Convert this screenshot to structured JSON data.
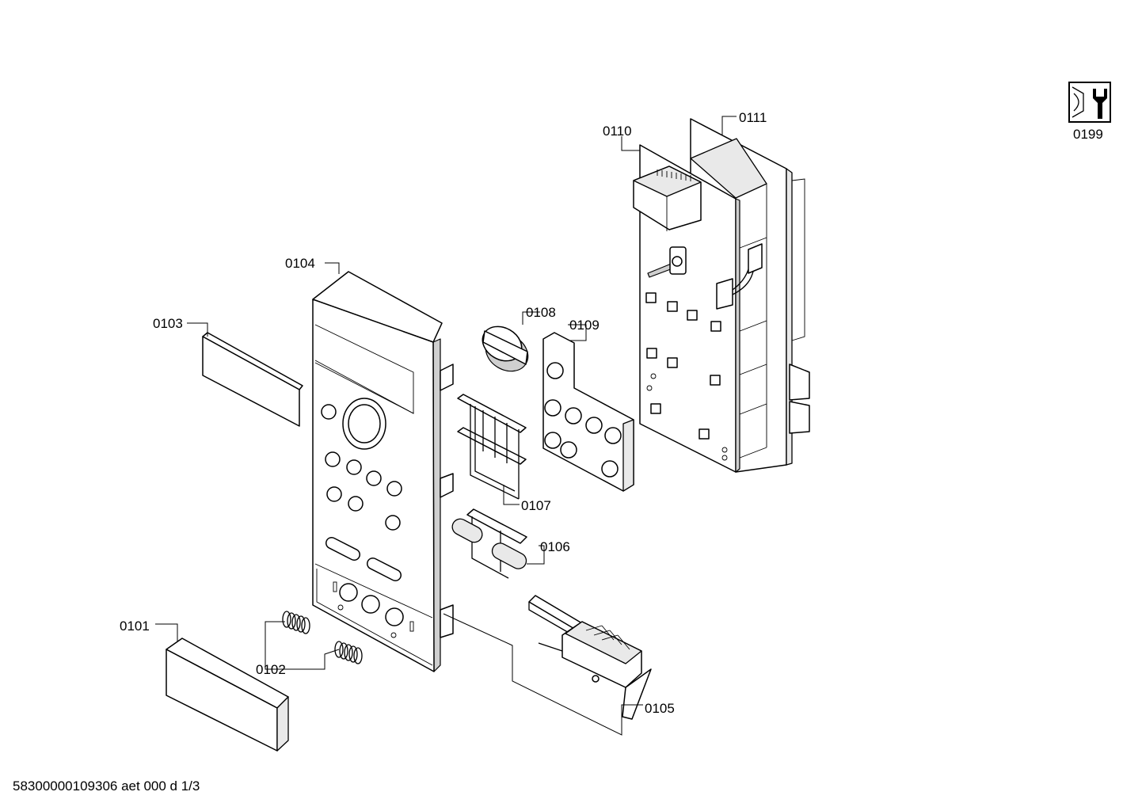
{
  "labels": {
    "p0101": "0101",
    "p0102": "0102",
    "p0103": "0103",
    "p0104": "0104",
    "p0105": "0105",
    "p0106": "0106",
    "p0107": "0107",
    "p0108": "0108",
    "p0109": "0109",
    "p0110": "0110",
    "p0111": "0111",
    "p0199": "0199"
  },
  "footer": "58300000109306 aet 000 d 1/3",
  "icons": {
    "service": "service-tool-icon"
  }
}
